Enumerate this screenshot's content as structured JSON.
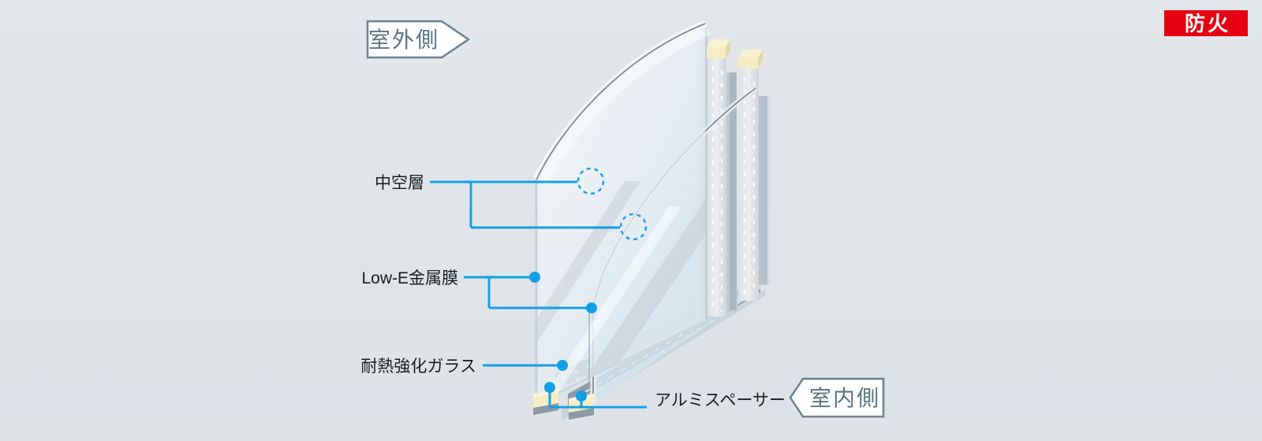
{
  "title": "防火ガラス構造図 (fire-rated triple glazing diagram)",
  "badges": {
    "outdoor_side": "室外側",
    "indoor_side": "室内側",
    "fire": "防火"
  },
  "labels": {
    "air_layer": "中空層",
    "low_e_film": "Low-E金属膜",
    "heat_strengthened_glass": "耐熱強化ガラス",
    "aluminum_spacer": "アルミスペーサー"
  },
  "colors": {
    "background": "#e0e4e9",
    "accent_blue": "#149fe6",
    "badge_red": "#e60012",
    "badge_outline": "#6c8090",
    "badge_text": "#5e7484",
    "label_text": "#1c1c1c",
    "spacer_cream": "#f4edc6",
    "glass_tint": "#dbe8f1"
  }
}
